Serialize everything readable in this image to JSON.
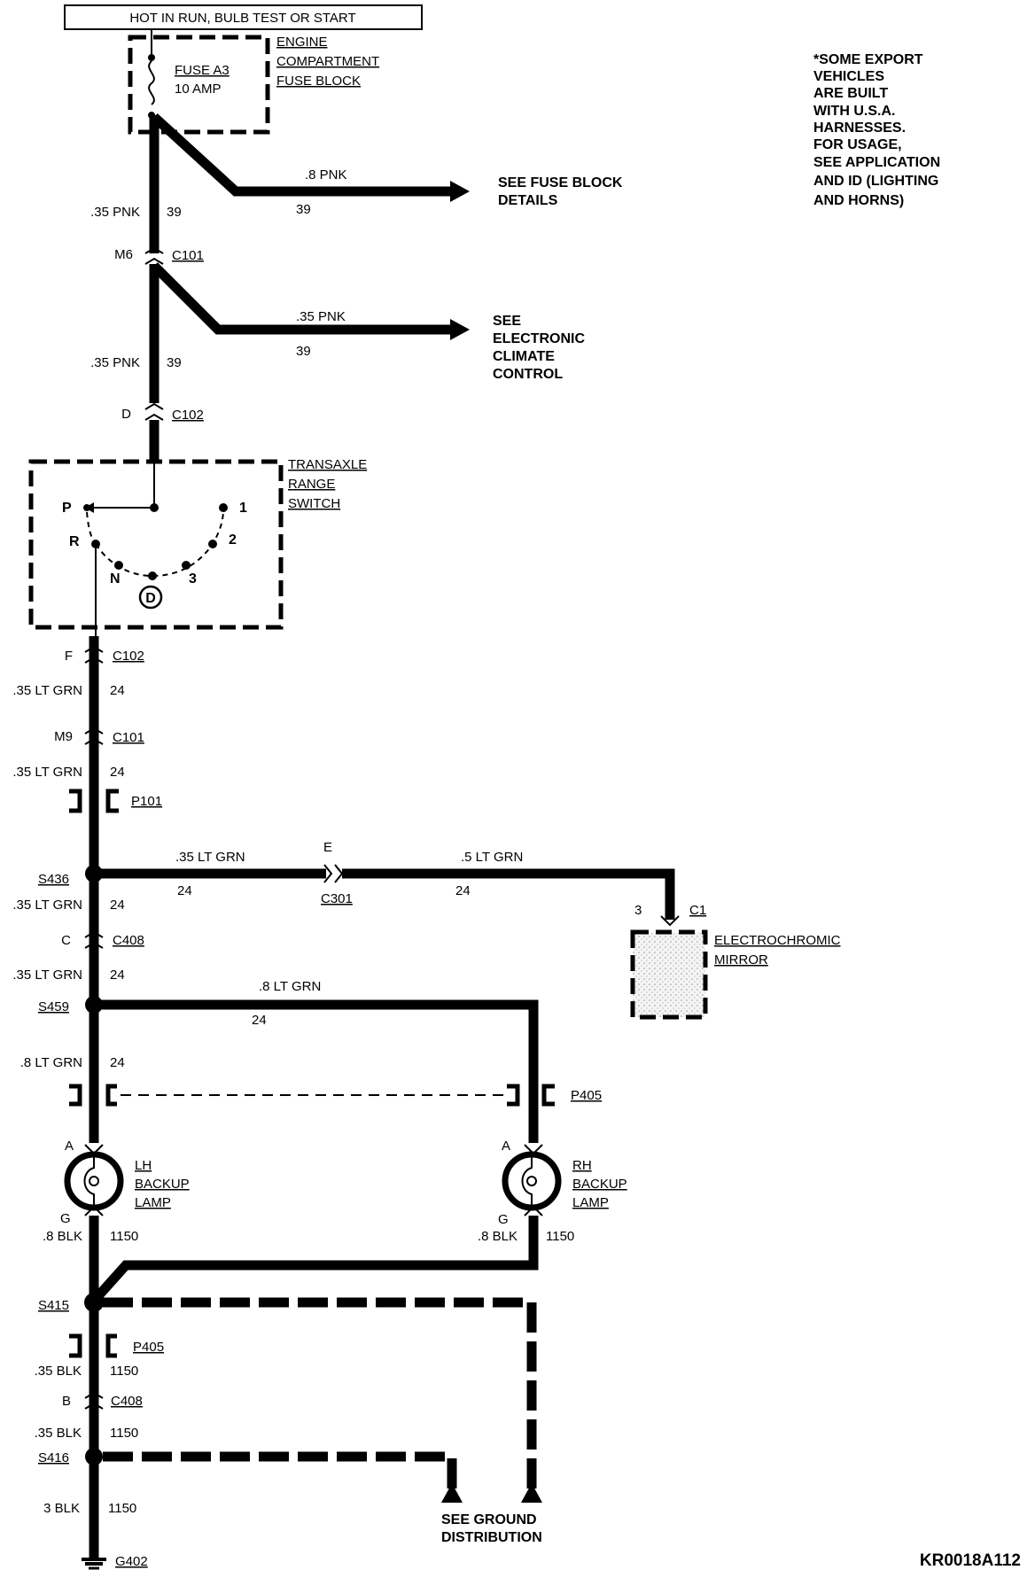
{
  "header": {
    "title": "HOT IN RUN,  BULB TEST OR START"
  },
  "fuse_block": {
    "title_1": "ENGINE",
    "title_2": "COMPARTMENT",
    "title_3": "FUSE BLOCK",
    "fuse": "FUSE A3",
    "amp": "10 AMP"
  },
  "note": {
    "lines": [
      "*SOME EXPORT",
      "VEHICLES",
      "ARE BUILT",
      "WITH U.S.A.",
      "HARNESSES.",
      "FOR USAGE,",
      "SEE APPLICATION",
      "AND ID (LIGHTING",
      "AND HORNS)"
    ]
  },
  "wire_labels": {
    "pnk_8": ".8 PNK",
    "pnk_35": ".35 PNK",
    "circuit_39": "39",
    "ltgrn_35": ".35 LT GRN",
    "ltgrn_5": ".5 LT GRN",
    "ltgrn_8": ".8 LT GRN",
    "circuit_24": "24",
    "blk_8": ".8 BLK",
    "blk_35": ".35 BLK",
    "blk_3": "3 BLK",
    "circuit_1150": "1150"
  },
  "refs": {
    "fuse_details_1": "SEE FUSE BLOCK",
    "fuse_details_2": "DETAILS",
    "climate_1": "SEE",
    "climate_2": "ELECTRONIC",
    "climate_3": "CLIMATE",
    "climate_4": "CONTROL",
    "ground_1": "SEE GROUND",
    "ground_2": "DISTRIBUTION"
  },
  "connectors": {
    "c101": "C101",
    "c102": "C102",
    "c408": "C408",
    "c301": "C301",
    "c1": "C1",
    "p101": "P101",
    "p405": "P405",
    "pin_m6": "M6",
    "pin_d": "D",
    "pin_f": "F",
    "pin_m9": "M9",
    "pin_c": "C",
    "pin_b": "B",
    "pin_e": "E",
    "pin_3": "3",
    "pin_a": "A",
    "pin_g": "G"
  },
  "splices": {
    "s436": "S436",
    "s459": "S459",
    "s415": "S415",
    "s416": "S416",
    "g402": "G402"
  },
  "switch": {
    "title_1": "TRANSAXLE",
    "title_2": "RANGE",
    "title_3": "SWITCH",
    "pos_p": "P",
    "pos_r": "R",
    "pos_n": "N",
    "pos_d": "D",
    "pos_3": "3",
    "pos_2": "2",
    "pos_1": "1"
  },
  "components": {
    "mirror_1": "ELECTROCHROMIC",
    "mirror_2": "MIRROR",
    "lh_1": "LH",
    "lh_2": "BACKUP",
    "lh_3": "LAMP",
    "rh_1": "RH",
    "rh_2": "BACKUP",
    "rh_3": "LAMP"
  },
  "footer": {
    "code": "KR0018A112"
  }
}
